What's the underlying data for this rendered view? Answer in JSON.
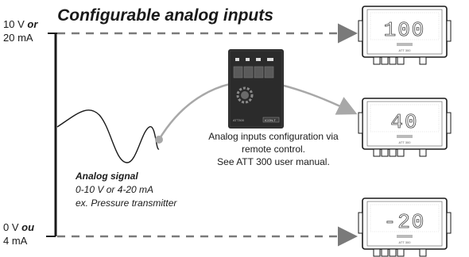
{
  "title": "Configurable analog inputs",
  "axis": {
    "top_value": "10 V",
    "top_or": "or",
    "top_alt": "20 mA",
    "bottom_value": "0 V",
    "bottom_or": "ou",
    "bottom_alt": "4 mA"
  },
  "signal": {
    "heading": "Analog signal",
    "range": "0-10 V or 4-20 mA",
    "example": "ex. Pressure transmitter"
  },
  "remote": {
    "note_line1": "Analog inputs configuration via",
    "note_line2": "remote control.",
    "note_line3": "See ATT 300 user manual.",
    "brand": "ATT300",
    "badge": "ICON-T"
  },
  "displays": [
    {
      "value": "100",
      "sub": "ATT 300"
    },
    {
      "value": "40",
      "sub": "ATT 300"
    },
    {
      "value": "-20",
      "sub": "ATT 300"
    }
  ],
  "colors": {
    "line": "#1a1a1a",
    "dashed_arrow": "#7a7a7a",
    "curve_arrow": "#a8a8a8",
    "remote_body": "#2b2b2b"
  }
}
